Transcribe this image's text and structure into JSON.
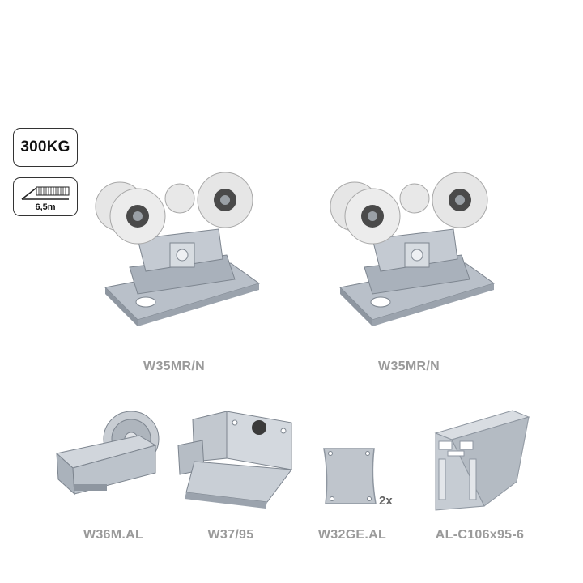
{
  "badges": {
    "weight": "300KG",
    "length": "6,5m"
  },
  "products": [
    {
      "label": "W35MR/N"
    },
    {
      "label": "W35MR/N"
    },
    {
      "label": "W36M.AL"
    },
    {
      "label": "W37/95"
    },
    {
      "label": "W32GE.AL"
    },
    {
      "label": "AL-C106x95-6"
    }
  ],
  "quantity": "2x",
  "colors": {
    "label": "#9a9a9a",
    "metal": "#b9c0c9",
    "wheel": "#e4e4e4"
  }
}
